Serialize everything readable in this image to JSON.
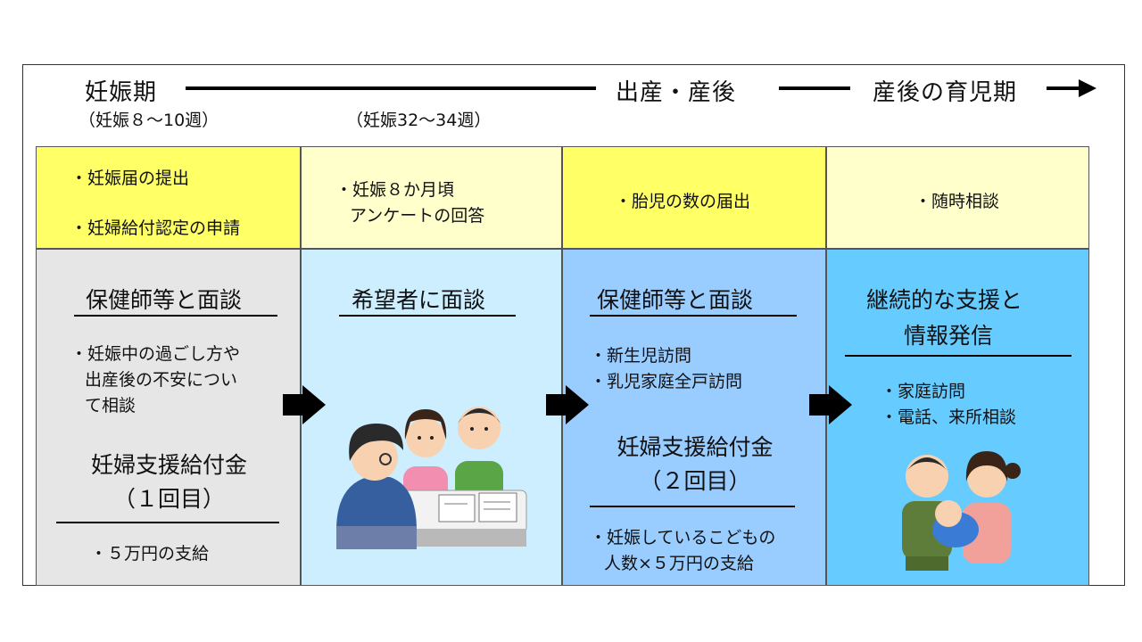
{
  "timeline": {
    "phase_pregnancy": "妊娠期",
    "phase_birth": "出産・産後",
    "phase_childcare": "産後の育児期",
    "sub_early": "（妊娠８～10週）",
    "sub_late": "（妊娠32～34週）"
  },
  "columns": [
    {
      "top_items": [
        "・妊娠届の提出",
        "・妊婦給付認定の申請"
      ],
      "heading": "保健師等と面談",
      "items": [
        "・妊娠中の過ごし方や",
        "出産後の不安につい",
        "て相談"
      ],
      "benefit": [
        "妊婦支援給付金",
        "（１回目）"
      ],
      "benefit_items": [
        "・５万円の支給"
      ]
    },
    {
      "top_items": [
        "・妊娠８か月頃",
        "アンケートの回答"
      ],
      "heading": "希望者に面談"
    },
    {
      "top_items": [
        "・胎児の数の届出"
      ],
      "heading": "保健師等と面談",
      "items": [
        "・新生児訪問",
        "・乳児家庭全戸訪問"
      ],
      "benefit": [
        "妊婦支援給付金",
        "（２回目）"
      ],
      "benefit_items": [
        "・妊娠しているこどもの",
        "人数×５万円の支給"
      ]
    },
    {
      "top_items": [
        "・随時相談"
      ],
      "heading": [
        "継続的な支援と",
        "情報発信"
      ],
      "items": [
        "・家庭訪問",
        "・電話、来所相談"
      ]
    }
  ],
  "colors": {
    "top_yellow": "#ffff66",
    "top_pale": "#ffffcc",
    "col1": "#e6e6e6",
    "col2": "#cceeff",
    "col3": "#99ccff",
    "col4": "#66ccff"
  }
}
